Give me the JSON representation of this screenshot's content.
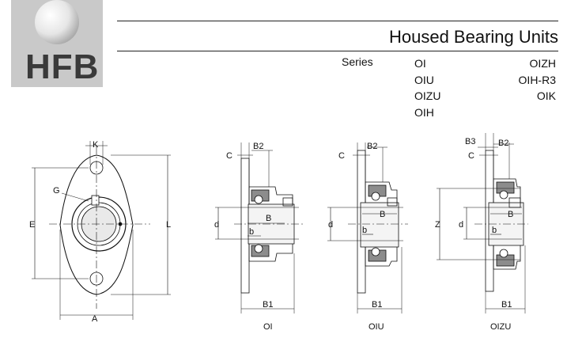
{
  "brand": {
    "logo_text": "HFB"
  },
  "header": {
    "title": "Housed Bearing Units"
  },
  "series": {
    "label": "Series",
    "col1": [
      "OI",
      "OIU",
      "OIZU",
      "OIH"
    ],
    "col2": [
      "OIZH",
      "OIH-R3",
      "OIK"
    ]
  },
  "front_view": {
    "dims": {
      "K": "K",
      "G": "G",
      "E": "E",
      "L": "L",
      "A": "A"
    }
  },
  "sections": [
    {
      "caption": "OI",
      "dims": [
        "C",
        "B2",
        "B",
        "d",
        "b",
        "B1"
      ]
    },
    {
      "caption": "OIU",
      "dims": [
        "C",
        "B2",
        "B",
        "d",
        "b",
        "B1"
      ]
    },
    {
      "caption": "OIZU",
      "dims": [
        "B3",
        "C",
        "B2",
        "B",
        "Z",
        "d",
        "b",
        "B1"
      ]
    }
  ]
}
